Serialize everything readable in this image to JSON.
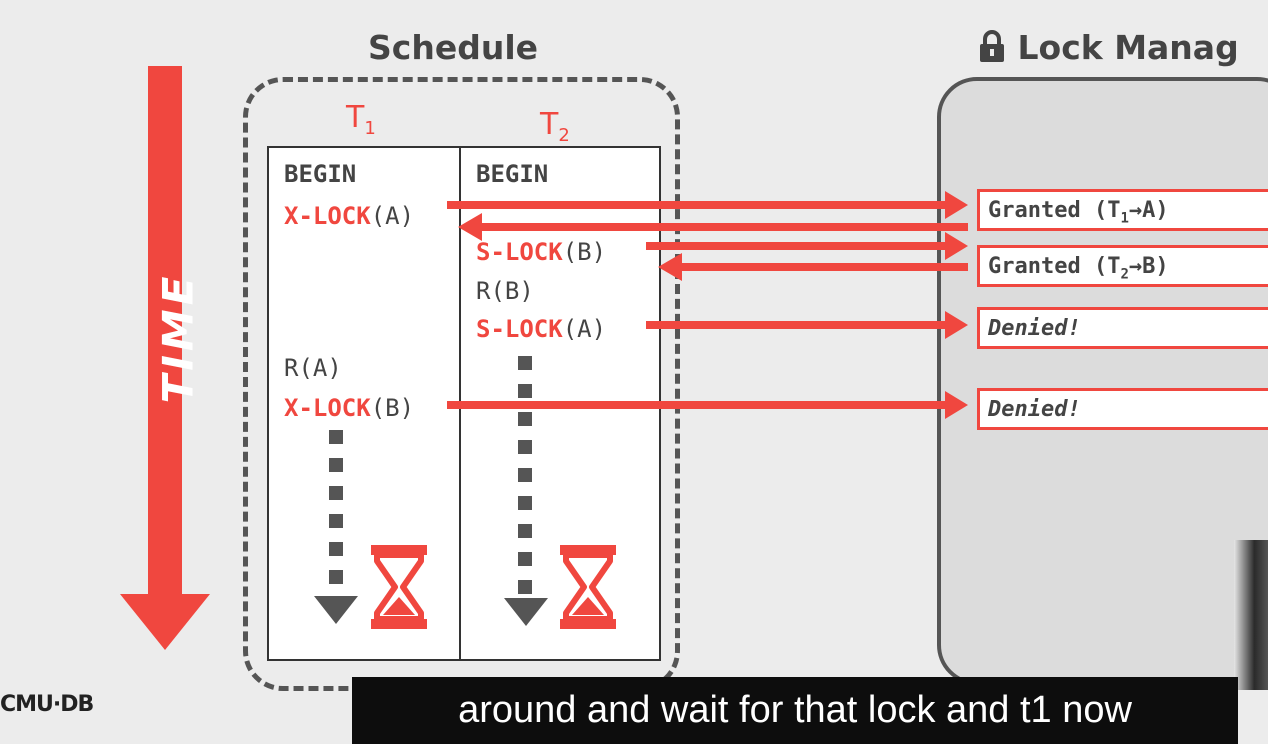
{
  "schedule_title": "Schedule",
  "lock_manager_title": "Lock Manag",
  "time_label": "TIME",
  "t1": {
    "name": "T",
    "sub": "1"
  },
  "t2": {
    "name": "T",
    "sub": "2"
  },
  "t1_ops": {
    "begin": "BEGIN",
    "xlock_a_kw": "X-LOCK",
    "xlock_a_arg": "(A)",
    "read_a": "R(A)",
    "xlock_b_kw": "X-LOCK",
    "xlock_b_arg": "(B)"
  },
  "t2_ops": {
    "begin": "BEGIN",
    "slock_b_kw": "S-LOCK",
    "slock_b_arg": "(B)",
    "read_b": "R(B)",
    "slock_a_kw": "S-LOCK",
    "slock_a_arg": "(A)"
  },
  "lock_responses": {
    "r1_pre": "Granted (T",
    "r1_sub": "1",
    "r1_post": "→A)",
    "r2_pre": "Granted (T",
    "r2_sub": "2",
    "r2_post": "→B)",
    "r3": "Denied!",
    "r4": "Denied!"
  },
  "logo": "CMU·DB",
  "caption": "around and wait for that lock and t1 now",
  "colors": {
    "accent": "#f0473f",
    "text": "#444444",
    "bg": "#ececec"
  }
}
